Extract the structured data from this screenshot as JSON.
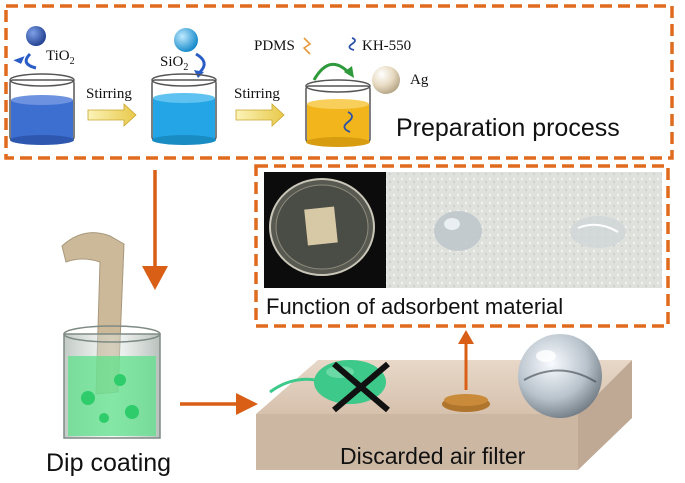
{
  "labels": {
    "tio2_base": "TiO",
    "tio2_sub": "2",
    "sio2_base": "SiO",
    "sio2_sub": "2",
    "stirring_1": "Stirring",
    "stirring_2": "Stirring",
    "pdms": "PDMS",
    "kh550": "KH-550",
    "ag": "Ag",
    "preparation_process": "Preparation process",
    "function_of_adsorbent_material": "Function of adsorbent material",
    "dip_coating": "Dip coating",
    "discarded_air_filter": "Discarded air filter"
  },
  "colors": {
    "dashed_border": "#e06a1e",
    "process_arrow": "#d95f16",
    "stir_arrow_fill": "#f2e27a",
    "beaker1_liquid": "#3d6fd1",
    "beaker2_liquid": "#24a6e6",
    "beaker3_liquid": "#f2b61c",
    "tio2_sphere": "#1f3f8f",
    "sio2_sphere": "#1aa3e8",
    "ag_sphere": "#e9dcc2",
    "green_mouse": "#3cc98a",
    "filter_block": "#d9c5b2",
    "cross": "#111111"
  }
}
